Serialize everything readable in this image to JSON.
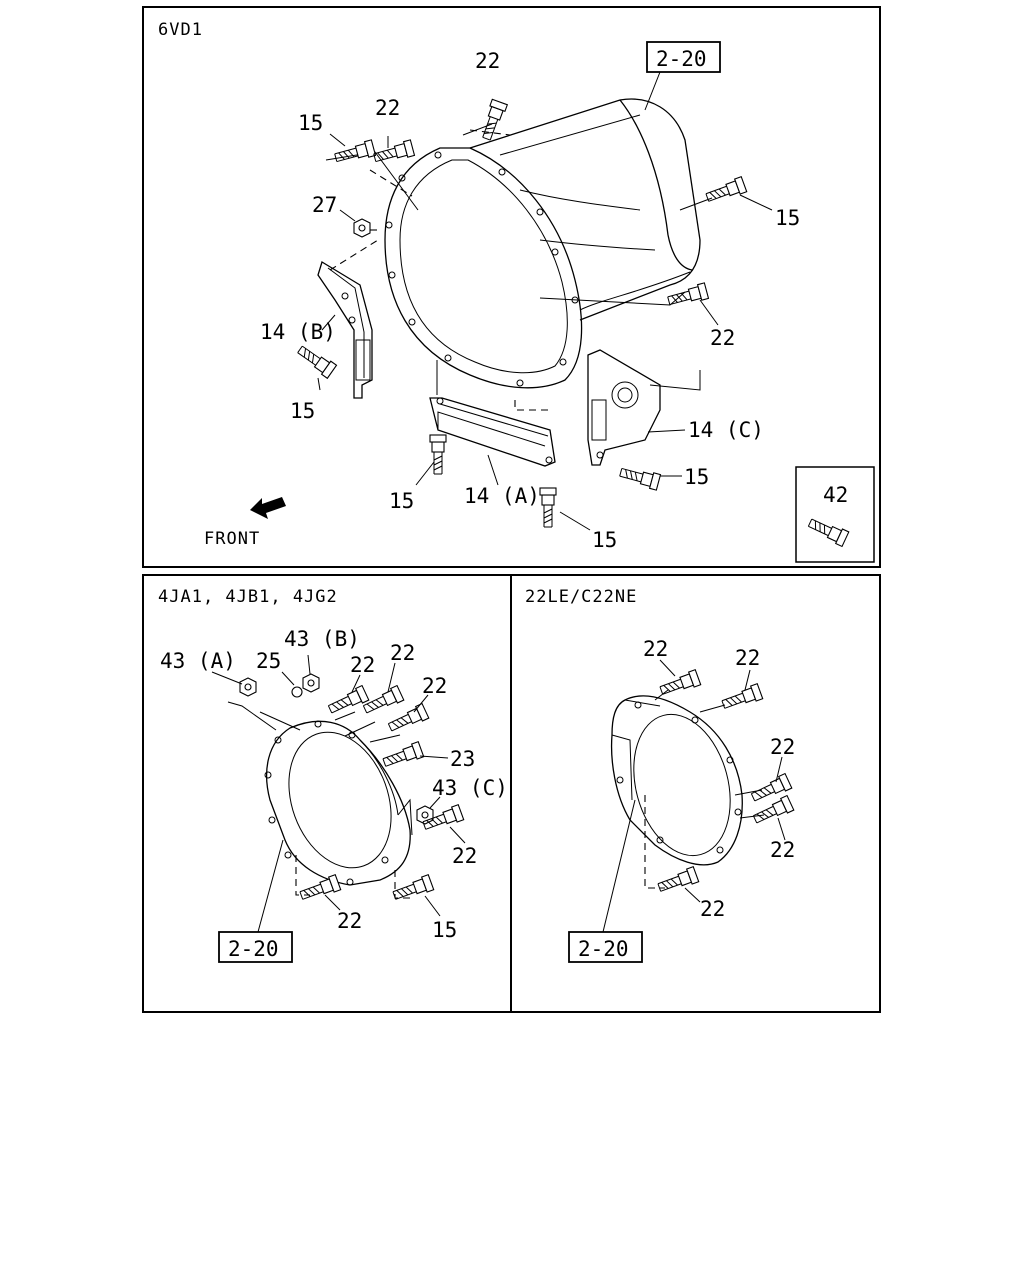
{
  "panels": {
    "top": {
      "engine": "6VD1"
    },
    "bottom_left": {
      "engine": "4JA1, 4JB1, 4JG2"
    },
    "bottom_right": {
      "engine": "22LE/C22NE"
    }
  },
  "refs": {
    "top": "2-20",
    "bottom_left": "2-20",
    "bottom_right": "2-20"
  },
  "direction_label": "FRONT",
  "callouts": {
    "top": [
      {
        "id": "t1",
        "text": "22"
      },
      {
        "id": "t2",
        "text": "15"
      },
      {
        "id": "t3",
        "text": "22"
      },
      {
        "id": "t4",
        "text": "27"
      },
      {
        "id": "t5",
        "text": "15"
      },
      {
        "id": "t6",
        "text": "14 (B)"
      },
      {
        "id": "t7",
        "text": "22"
      },
      {
        "id": "t8",
        "text": "15"
      },
      {
        "id": "t9",
        "text": "14 (C)"
      },
      {
        "id": "t10",
        "text": "15"
      },
      {
        "id": "t11",
        "text": "15"
      },
      {
        "id": "t12",
        "text": "14 (A)"
      },
      {
        "id": "t13",
        "text": "15"
      },
      {
        "id": "t14",
        "text": "42"
      }
    ],
    "bottom_left": [
      {
        "id": "l1",
        "text": "43 (A)"
      },
      {
        "id": "l2",
        "text": "25"
      },
      {
        "id": "l3",
        "text": "43 (B)"
      },
      {
        "id": "l4",
        "text": "22"
      },
      {
        "id": "l5",
        "text": "22"
      },
      {
        "id": "l6",
        "text": "22"
      },
      {
        "id": "l7",
        "text": "23"
      },
      {
        "id": "l8",
        "text": "43 (C)"
      },
      {
        "id": "l9",
        "text": "22"
      },
      {
        "id": "l10",
        "text": "22"
      },
      {
        "id": "l11",
        "text": "15"
      }
    ],
    "bottom_right": [
      {
        "id": "r1",
        "text": "22"
      },
      {
        "id": "r2",
        "text": "22"
      },
      {
        "id": "r3",
        "text": "22"
      },
      {
        "id": "r4",
        "text": "22"
      },
      {
        "id": "r5",
        "text": "22"
      }
    ]
  }
}
